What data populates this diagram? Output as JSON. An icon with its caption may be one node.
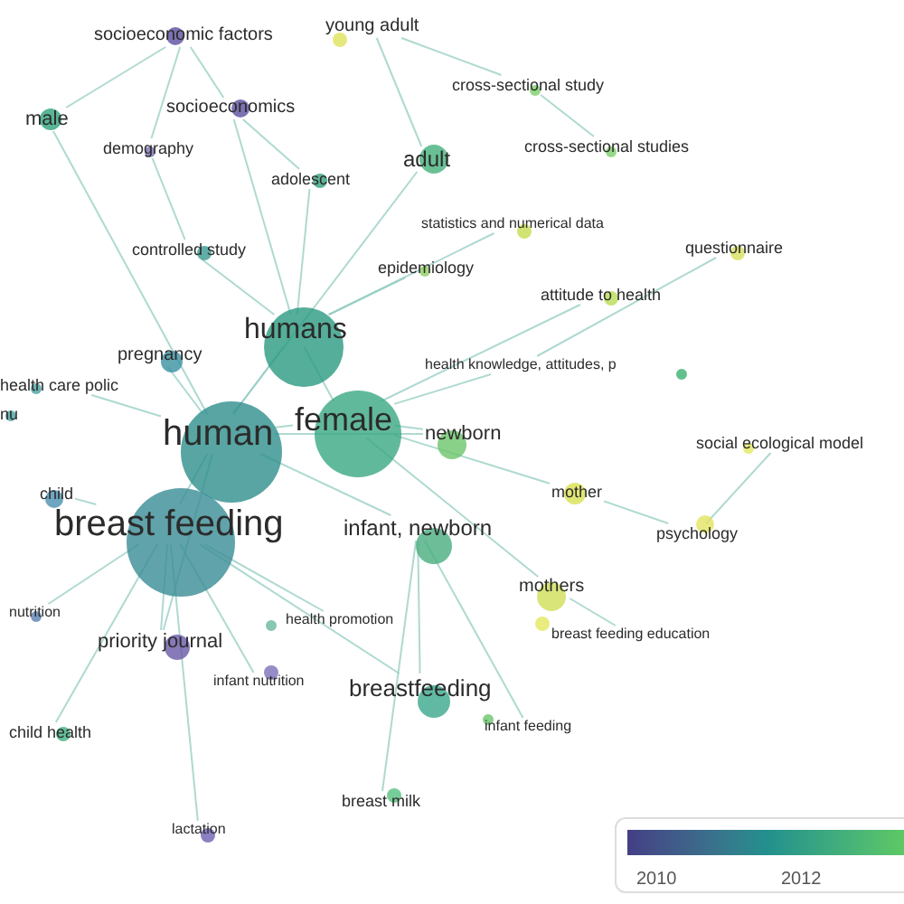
{
  "diagram": {
    "nodes": [
      {
        "text": [
          "socioeconomic factors"
        ]
      },
      {
        "text": [
          "young adult"
        ]
      },
      {
        "text": [
          "male"
        ]
      },
      {
        "text": [
          "socioeconomics"
        ]
      },
      {
        "text": [
          "cross-sectional study"
        ]
      },
      {
        "text": [
          "demography"
        ]
      },
      {
        "text": [
          "adult"
        ]
      },
      {
        "text": [
          "cross-sectional studies"
        ]
      },
      {
        "text": [
          "adolescent"
        ]
      },
      {
        "text": [
          "statistics and numerical data"
        ]
      },
      {
        "text": [
          "questionnaire"
        ]
      },
      {
        "text": [
          "controlled study"
        ]
      },
      {
        "text": [
          "epidemiology"
        ]
      },
      {
        "text": [
          "attitude to health"
        ]
      },
      {
        "text": [
          "humans"
        ]
      },
      {
        "text": [
          "pregnancy"
        ]
      },
      {
        "text": [
          "health knowledge, attitudes, p"
        ]
      },
      {
        "text": [
          "health care polic"
        ]
      },
      {
        "text": [
          "nu"
        ]
      },
      {
        "text": [
          "human"
        ]
      },
      {
        "text": [
          "female"
        ]
      },
      {
        "text": [
          "newborn"
        ]
      },
      {
        "text": [
          "social ecological model"
        ]
      },
      {
        "text": [
          "child"
        ]
      },
      {
        "text": [
          "mother"
        ]
      },
      {
        "text": [
          "breast feeding"
        ]
      },
      {
        "text": [
          "infant, newborn"
        ]
      },
      {
        "text": [
          "psychology"
        ]
      },
      {
        "text": [
          "mothers"
        ]
      },
      {
        "text": [
          "nutrition"
        ]
      },
      {
        "text": [
          "health promotion"
        ]
      },
      {
        "text": [
          "priority journal"
        ]
      },
      {
        "text": [
          "breast feeding education"
        ]
      },
      {
        "text": [
          "infant nutrition"
        ]
      },
      {
        "text": [
          "breastfeeding"
        ]
      },
      {
        "text": [
          "infant feeding"
        ]
      },
      {
        "text": [
          "child health"
        ]
      },
      {
        "text": [
          "breast milk"
        ]
      },
      {
        "text": [
          "lactation"
        ]
      }
    ],
    "edges": [
      {
        "from": 19,
        "to": 14,
        "arrow": "none"
      },
      {
        "from": 19,
        "to": 20,
        "arrow": "none"
      },
      {
        "from": 19,
        "to": 25,
        "arrow": "none"
      },
      {
        "from": 19,
        "to": 26,
        "arrow": "none"
      },
      {
        "from": 19,
        "to": 15,
        "arrow": "none"
      },
      {
        "from": 19,
        "to": 31,
        "arrow": "none"
      },
      {
        "from": 19,
        "to": 2,
        "arrow": "none"
      },
      {
        "from": 19,
        "to": 6,
        "arrow": "none"
      },
      {
        "from": 19,
        "to": 21,
        "arrow": "none"
      },
      {
        "from": 19,
        "to": 17,
        "arrow": "none"
      },
      {
        "from": 25,
        "to": 34,
        "arrow": "none"
      },
      {
        "from": 25,
        "to": 31,
        "arrow": "none"
      },
      {
        "from": 25,
        "to": 36,
        "arrow": "none"
      },
      {
        "from": 25,
        "to": 38,
        "arrow": "none"
      },
      {
        "from": 25,
        "to": 33,
        "arrow": "none"
      },
      {
        "from": 25,
        "to": 29,
        "arrow": "none"
      },
      {
        "from": 25,
        "to": 23,
        "arrow": "none"
      },
      {
        "from": 25,
        "to": 30,
        "arrow": "none"
      },
      {
        "from": 14,
        "to": 20,
        "arrow": "none"
      },
      {
        "from": 14,
        "to": 8,
        "arrow": "none"
      },
      {
        "from": 14,
        "to": 11,
        "arrow": "none"
      },
      {
        "from": 14,
        "to": 12,
        "arrow": "none"
      },
      {
        "from": 14,
        "to": 9,
        "arrow": "none"
      },
      {
        "from": 14,
        "to": 3,
        "arrow": "none"
      },
      {
        "from": 20,
        "to": 21,
        "arrow": "none"
      },
      {
        "from": 20,
        "to": 24,
        "arrow": "none"
      },
      {
        "from": 20,
        "to": 28,
        "arrow": "none"
      },
      {
        "from": 20,
        "to": 13,
        "arrow": "none"
      },
      {
        "from": 20,
        "to": 16,
        "arrow": "none"
      },
      {
        "from": 26,
        "to": 34,
        "arrow": "none"
      },
      {
        "from": 26,
        "to": 35,
        "arrow": "none"
      },
      {
        "from": 26,
        "to": 37,
        "arrow": "none"
      },
      {
        "from": 24,
        "to": 27,
        "arrow": "none"
      },
      {
        "from": 28,
        "to": 32,
        "arrow": "none"
      },
      {
        "from": 27,
        "to": 22,
        "arrow": "none"
      },
      {
        "from": 10,
        "to": 16,
        "arrow": "none"
      },
      {
        "from": 7,
        "to": 4,
        "arrow": "none"
      },
      {
        "from": 4,
        "to": 1,
        "arrow": "none"
      },
      {
        "from": 1,
        "to": 6,
        "arrow": "none"
      },
      {
        "from": 0,
        "to": 3,
        "arrow": "none"
      },
      {
        "from": 0,
        "to": 5,
        "arrow": "none"
      },
      {
        "from": 0,
        "to": 2,
        "arrow": "none"
      },
      {
        "from": 3,
        "to": 8,
        "arrow": "none"
      },
      {
        "from": 5,
        "to": 11,
        "arrow": "none"
      }
    ],
    "labels": [
      "2010",
      "2012"
    ]
  }
}
